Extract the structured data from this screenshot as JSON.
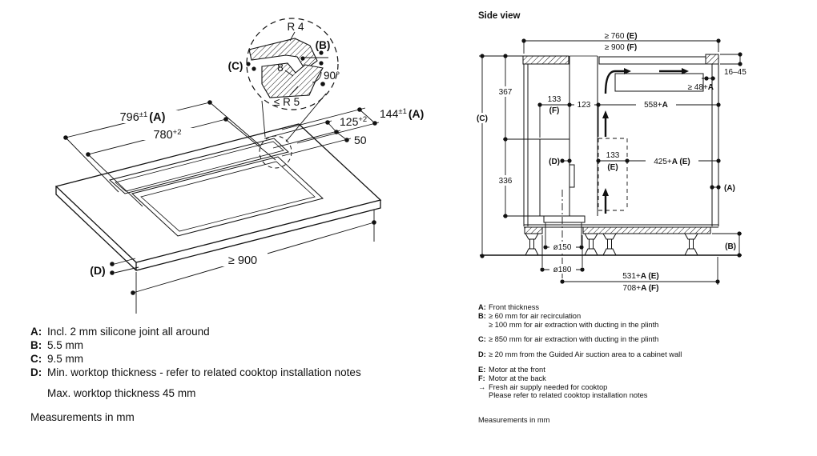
{
  "left": {
    "detail": {
      "r4": "R 4",
      "b": "(B)",
      "c": "(C)",
      "step": "8",
      "angle": "90°",
      "r5": "≤ R 5"
    },
    "dims": {
      "d796_main": "796",
      "d796_sup": "±1",
      "d796_ref": "(A)",
      "d780_main": "780",
      "d780_sup": "+2",
      "d144_main": "144",
      "d144_sup": "±1",
      "d144_ref": "(A)",
      "d125_main": "125",
      "d125_sup": "+2",
      "d50": "50",
      "d900": "≥ 900",
      "dD": "(D)"
    },
    "legend": {
      "a_key": "A:",
      "a_text": "Incl. 2 mm silicone joint all around",
      "b_key": "B:",
      "b_text": "5.5 mm",
      "c_key": "C:",
      "c_text": "9.5 mm",
      "d_key": "D:",
      "d_text": "Min. worktop thickness - refer to related cooktop installation notes",
      "max_note": "Max. worktop thickness 45 mm",
      "units": "Measurements in mm"
    }
  },
  "side": {
    "title": "Side view",
    "dims": {
      "top1_main": "≥ 760 ",
      "top1_ref": "(E)",
      "top2_main": "≥ 900 ",
      "top2_ref": "(F)",
      "thickness": "16–45",
      "d367": "367",
      "d336": "336",
      "dC": "(C)",
      "d133f_main": "133",
      "d133f_ref": "(F)",
      "d123": "123",
      "d558_main": "558+",
      "d558_ref": "A",
      "d48_main": "≥ 48+",
      "d48_ref": "A",
      "dD": "(D)",
      "d133e_main": "133",
      "d133e_ref": "(E)",
      "d425_main": "425+",
      "d425_ref": "A (E)",
      "dA": "(A)",
      "dB": "(B)",
      "o150": "ø150",
      "o180": "ø180",
      "d531_main": "531+",
      "d531_ref": "A (E)",
      "d708_main": "708+",
      "d708_ref": "A (F)"
    },
    "legend": {
      "a_key": "A:",
      "a_text": "Front thickness",
      "b_key": "B:",
      "b_line1": "≥ 60 mm for air recirculation",
      "b_line2": "≥ 100 mm for air extraction with ducting in the plinth",
      "c_key": "C:",
      "c_text": "≥ 850 mm for air extraction with ducting in the plinth",
      "d_key": "D:",
      "d_text": "≥ 20 mm from the Guided Air suction area to a cabinet wall",
      "e_key": "E:",
      "e_text": "Motor at the front",
      "f_key": "F:",
      "f_text": "Motor at the back",
      "arrow_key": "→",
      "arrow_line1": "Fresh air supply needed for cooktop",
      "arrow_line2": "Please refer to related cooktop installation notes",
      "units": "Measurements in mm"
    }
  }
}
